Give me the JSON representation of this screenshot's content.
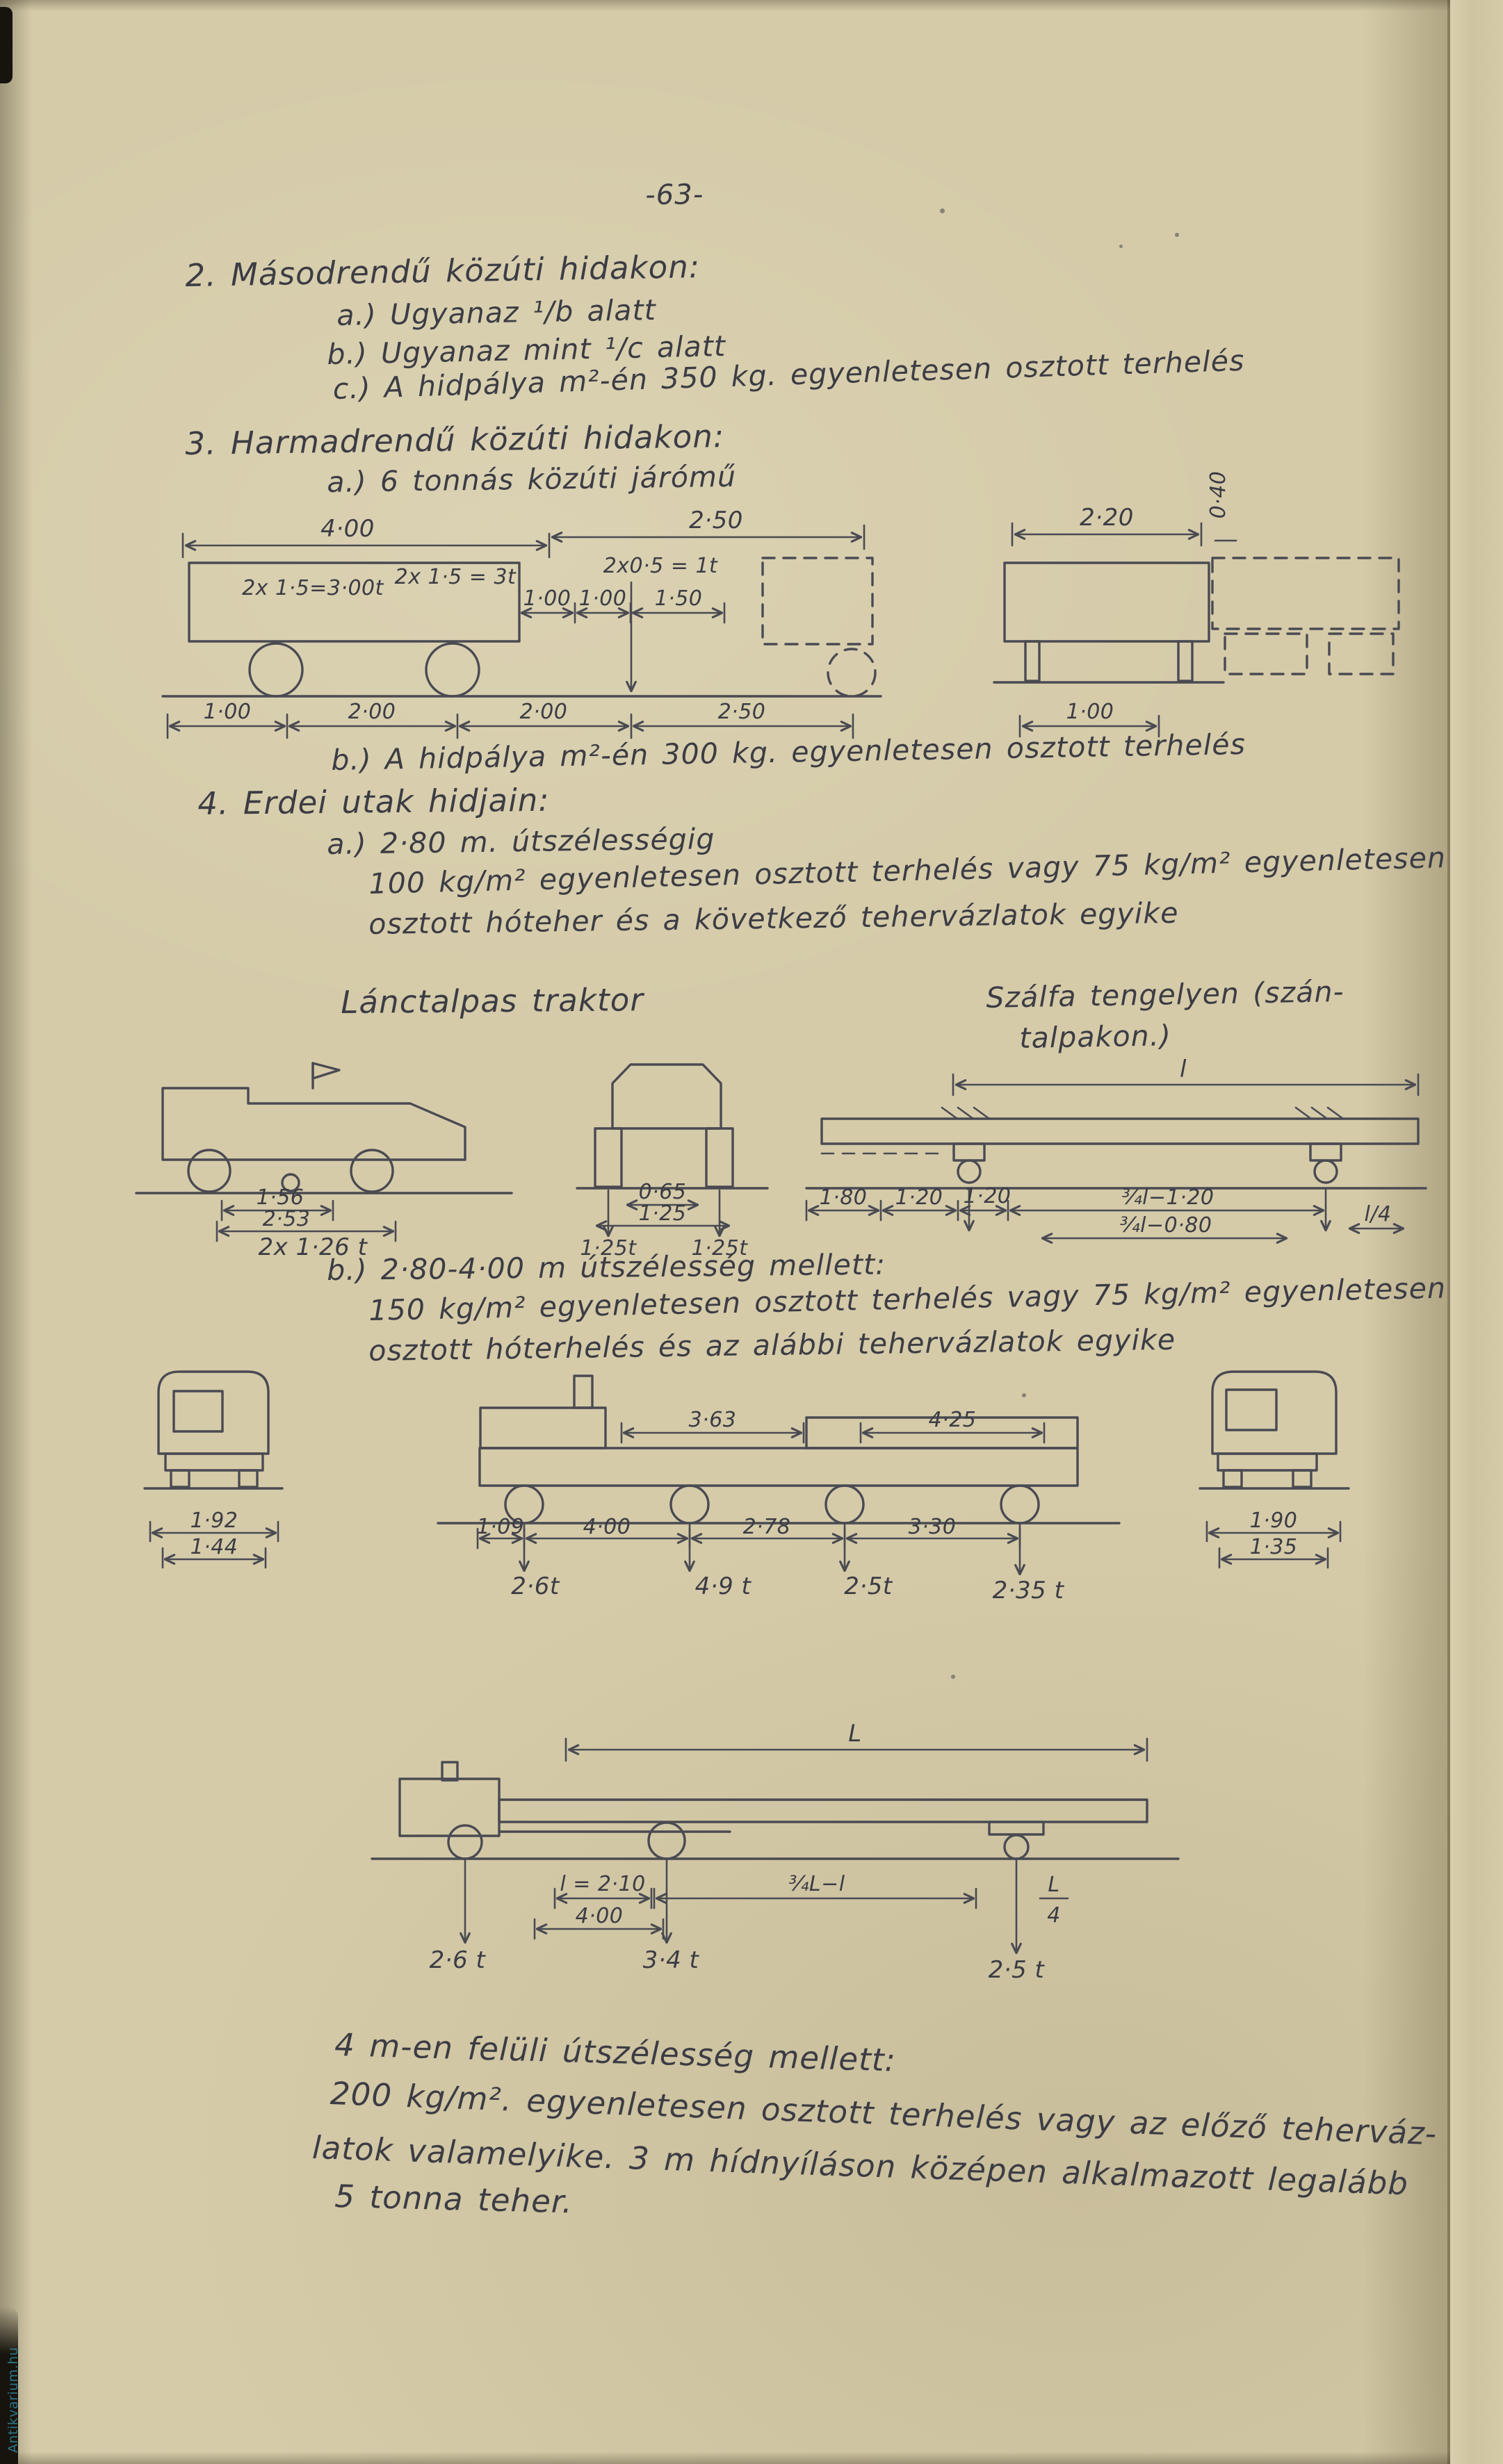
{
  "page": {
    "number": "-63-",
    "watermark": "Antikvarium.hu"
  },
  "section2": {
    "heading": "2. Másodrendű közúti hidakon:",
    "item_a": "a.) Ugyanaz ¹/b alatt",
    "item_b": "b.) Ugyanaz mint ¹/c alatt",
    "item_c": "c.) A hidpálya m²-én 350 kg. egyenletesen osztott terhelés"
  },
  "section3": {
    "heading": "3. Harmadrendű közúti hidakon:",
    "item_a": "a.) 6 tonnás közúti járómű",
    "item_b": "b.) A hidpálya m²-én 300 kg. egyenletesen osztott terhelés"
  },
  "diagram1": {
    "dim_top_left": "4·00",
    "dim_top_right": "2·50",
    "load_body_left": "2x 1·5=3·00t",
    "load_body_right": "2x 1·5 = 3t",
    "load_axle": "2x0·5 = 1t",
    "dim_mid": [
      "1·00",
      "1·00",
      "1·50"
    ],
    "dim_chain": [
      "1·00",
      "2·00",
      "2·00",
      "2·50"
    ],
    "right_dim_width": "2·20",
    "right_dim_height": "0·40",
    "right_dim_bottom": "1·00"
  },
  "section4": {
    "heading": "4. Erdei utak hidjain:",
    "item_a": "a.) 2·80 m. útszélességig",
    "item_a_line1": "100 kg/m² egyenletesen osztott terhelés vagy 75 kg/m² egyenletesen",
    "item_a_line2": "osztott hóteher és a következő tehervázlatok egyike",
    "label_tractor": "Lánctalpas traktor",
    "label_log_line1": "Szálfa tengelyen (szán-",
    "label_log_line2": "talpakon.)",
    "item_b": "b.) 2·80-4·00 m útszélesség mellett:",
    "item_b_line1": "150 kg/m² egyenletesen osztott terhelés vagy 75 kg/m² egyenletesen",
    "item_b_line2": "osztott hóterhelés és az alábbi tehervázlatok egyike"
  },
  "diagram2": {
    "tractor_dim_156": "1·56",
    "tractor_dim_253": "2·53",
    "tractor_load": "2x 1·26 t",
    "front_dim_065": "0·65",
    "front_dim_125": "1·25",
    "front_load_left": "1·25t",
    "front_load_right": "1·25t",
    "log_dim_length": "l",
    "log_dim_180": "1·80",
    "log_dim_120a": "1·20",
    "log_dim_120b": "1·20",
    "log_dim_34l_120": "¾l−1·20",
    "log_dim_34l_080": "¾l−0·80",
    "log_dim_l4": "l/4"
  },
  "diagram3": {
    "dim_363": "3·63",
    "dim_425": "4·25",
    "front_left_dim1": "1·92",
    "front_left_dim2": "1·44",
    "front_right_dim1": "1·90",
    "front_right_dim2": "1·35",
    "chain": [
      "1·09",
      "4·00",
      "2·78",
      "3·30"
    ],
    "loads": [
      "2·6t",
      "4·9 t",
      "2·5t",
      "2·35 t"
    ]
  },
  "diagram4": {
    "dim_L": "L",
    "dim_l210": "l = 2·10",
    "dim_34L_l": "¾L−l",
    "frac_num": "L",
    "frac_den": "4",
    "dim_400": "4·00",
    "loads": [
      "2·6 t",
      "3·4 t",
      "2·5 t"
    ]
  },
  "footer": {
    "line1": "4 m-en felüli útszélesség mellett:",
    "line2": "200 kg/m². egyenletesen osztott terhelés vagy az előző teherváz-",
    "line3": "latok valamelyike. 3 m hídnyíláson középen alkalmazott legalább",
    "line4": "5 tonna teher."
  }
}
